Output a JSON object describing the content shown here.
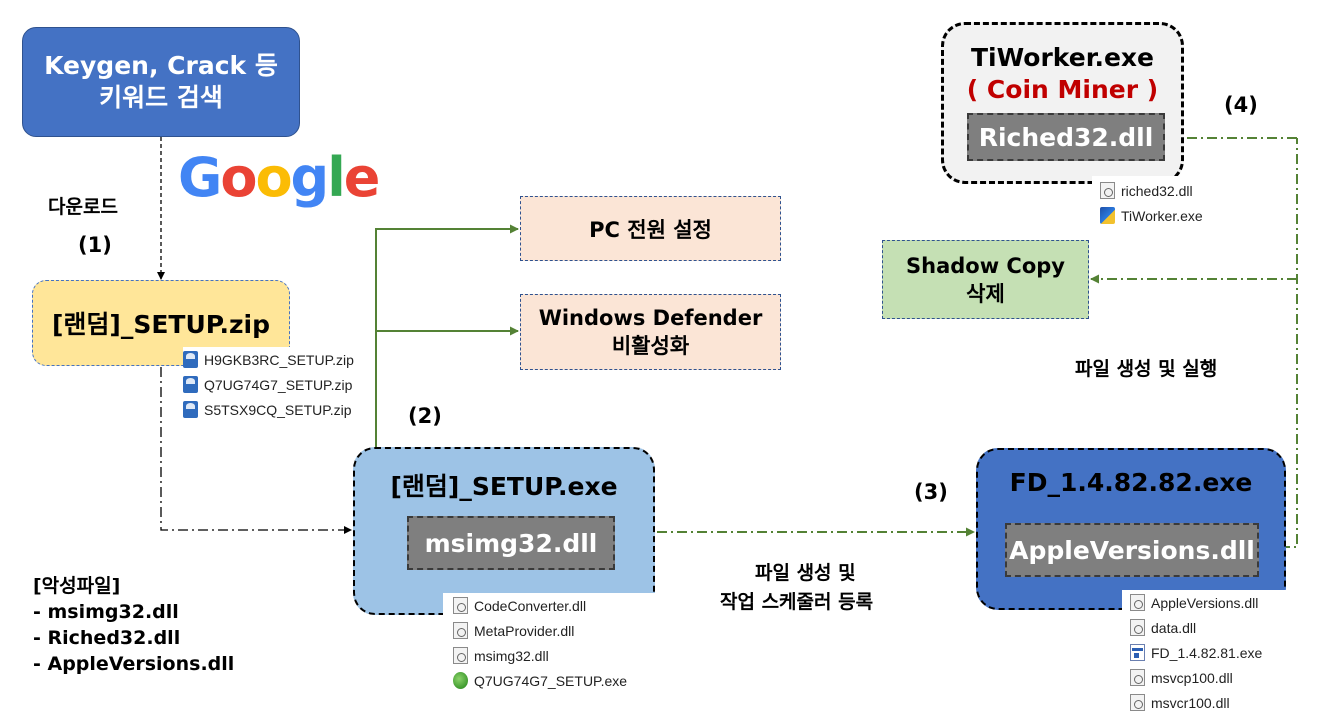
{
  "nodes": {
    "keyword": {
      "line1": "Keygen, Crack 등",
      "line2": "키워드 검색"
    },
    "zip": {
      "title": "[랜덤]_SETUP.zip"
    },
    "exe": {
      "title": "[랜덤]_SETUP.exe",
      "dll": "msimg32.dll"
    },
    "fd": {
      "title": "FD_1.4.82.82.exe",
      "dll": "AppleVersions.dll"
    },
    "tiworker": {
      "title": "TiWorker.exe",
      "subtitle": "( Coin Miner )",
      "dll": "Riched32.dll"
    },
    "pc_power": {
      "label": "PC 전원 설정"
    },
    "defender": {
      "line1": "Windows Defender",
      "line2": "비활성화"
    },
    "shadow": {
      "line1": "Shadow Copy",
      "line2": "삭제"
    }
  },
  "google_logo": {
    "letters": [
      "G",
      "o",
      "o",
      "g",
      "l",
      "e"
    ]
  },
  "labels": {
    "download": "다운로드",
    "step1": "(1)",
    "step2": "(2)",
    "step3": "(3)",
    "step4": "(4)",
    "create_register_line1": "파일 생성 및",
    "create_register_line2": "작업 스케줄러 등록",
    "create_run": "파일 생성 및 실행"
  },
  "malicious": {
    "title": "[악성파일]",
    "items": [
      "- msimg32.dll",
      "- Riched32.dll",
      "- AppleVersions.dll"
    ]
  },
  "file_lists": {
    "zip_files": [
      {
        "icon": "zip-icon",
        "name": "H9GKB3RC_SETUP.zip"
      },
      {
        "icon": "zip-icon",
        "name": "Q7UG74G7_SETUP.zip"
      },
      {
        "icon": "zip-icon",
        "name": "S5TSX9CQ_SETUP.zip"
      }
    ],
    "exe_files": [
      {
        "icon": "dll-file-icon",
        "name": "CodeConverter.dll"
      },
      {
        "icon": "dll-file-icon",
        "name": "MetaProvider.dll"
      },
      {
        "icon": "dll-file-icon",
        "name": "msimg32.dll"
      },
      {
        "icon": "setup-exe-icon",
        "name": "Q7UG74G7_SETUP.exe"
      }
    ],
    "fd_files": [
      {
        "icon": "dll-file-icon",
        "name": "AppleVersions.dll"
      },
      {
        "icon": "dll-file-icon",
        "name": "data.dll"
      },
      {
        "icon": "exe-file-icon",
        "name": "FD_1.4.82.81.exe"
      },
      {
        "icon": "dll-file-icon",
        "name": "msvcp100.dll"
      },
      {
        "icon": "dll-file-icon",
        "name": "msvcr100.dll"
      }
    ],
    "ti_files": [
      {
        "icon": "dll-file-icon",
        "name": "riched32.dll"
      },
      {
        "icon": "tiworker-exe-icon",
        "name": "TiWorker.exe"
      }
    ]
  },
  "colors": {
    "keyword_fill": "#4472c4",
    "zip_fill": "#ffe699",
    "exe_fill": "#9dc3e6",
    "fd_fill": "#4472c4",
    "tiworker_fill": "#f2f2f2",
    "dll_chip": "#7f7f7f",
    "action_fill": "#fbe5d6",
    "shadow_fill": "#c5e0b4",
    "green_connector": "#548235",
    "coin_miner_red": "#c00000"
  }
}
